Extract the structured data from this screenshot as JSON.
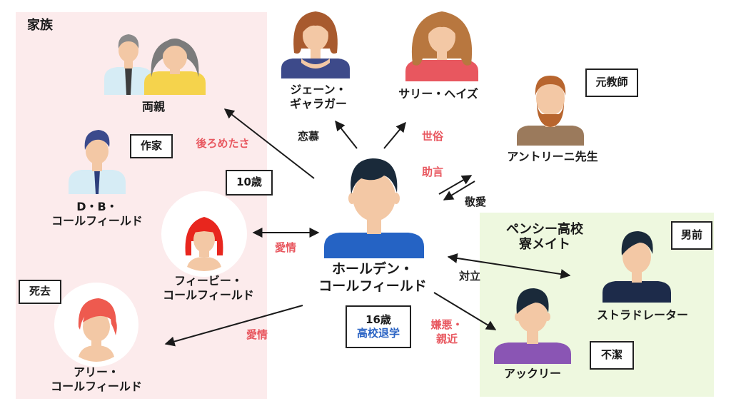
{
  "groups": {
    "family": "家族",
    "pencey": "ペンシー高校\n寮メイト"
  },
  "people": {
    "parents": "両親",
    "db": "D・B・\nコールフィールド",
    "phoebe": "フィービー・\nコールフィールド",
    "allie": "アリー・\nコールフィールド",
    "jane": "ジェーン・\nギャラガー",
    "sally": "サリー・ヘイズ",
    "antolini": "アントリーニ先生",
    "holden": "ホールデン・\nコールフィールド",
    "stradlater": "ストラドレーター",
    "ackley": "アックリー"
  },
  "tags": {
    "db": "作家",
    "phoebe": "10歳",
    "allie": "死去",
    "antolini": "元教師",
    "stradlater": "男前",
    "ackley": "不潔",
    "holden_age": "16歳",
    "holden_status": "高校退学"
  },
  "relations": {
    "parents": "後ろめたさ",
    "jane": "恋慕",
    "sally_1": "世俗",
    "antolini_to": "助言",
    "antolini_from": "敬愛",
    "phoebe": "愛情",
    "allie": "愛情",
    "stradlater": "対立",
    "ackley": "嫌悪・\n親近"
  },
  "colors": {
    "family_bg": "#fcebec",
    "pencey_bg": "#eef8df",
    "relation_red": "#e8575f",
    "status_blue": "#2a63c4"
  }
}
